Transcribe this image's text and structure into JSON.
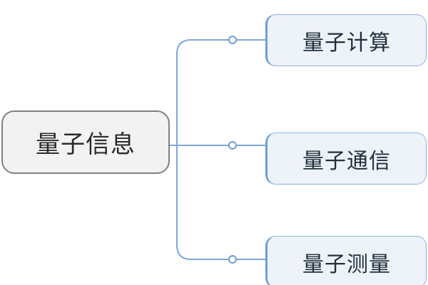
{
  "diagram": {
    "type": "mindmap",
    "orientation": "left-to-right",
    "background_color": "#ffffff",
    "root": {
      "label": "量子信息",
      "fill_color": "#f2f2f2",
      "border_color": "#808080",
      "text_color": "#2b2b2b"
    },
    "branch": {
      "line_color": "#7da7d9",
      "marker_fill": "#ffffff",
      "marker_stroke": "#6f9fd0"
    },
    "children": [
      {
        "label": "量子计算",
        "fill_color": "#eef2f9",
        "border_color": "#8fb4dd",
        "text_color": "#20303d"
      },
      {
        "label": "量子通信",
        "fill_color": "#eef2f9",
        "border_color": "#8fb4dd",
        "text_color": "#20303d"
      },
      {
        "label": "量子测量",
        "fill_color": "#eef2f9",
        "border_color": "#8fb4dd",
        "text_color": "#20303d"
      }
    ]
  }
}
